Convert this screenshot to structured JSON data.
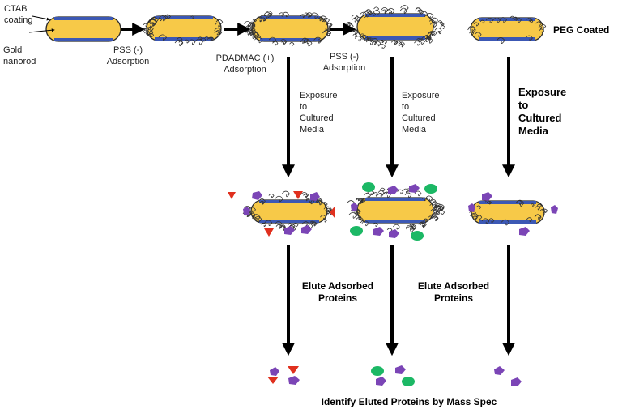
{
  "labels": {
    "ctab": "CTAB\ncoating",
    "gold": "Gold\nnanorod",
    "pss1": "PSS (-)\nAdsorption",
    "pdadmac": "PDADMAC (+)\nAdsorption",
    "pss2": "PSS (-)\nAdsorption",
    "peg": "PEG Coated",
    "exposure1": "Exposure\nto\nCultured\nMedia",
    "exposure2": "Exposure\nto\nCultured\nMedia",
    "exposure3": "Exposure\nto\nCultured\nMedia",
    "elute1": "Elute Adsorbed\nProteins",
    "elute2": "Elute Adsorbed\nProteins",
    "identify": "Identify Eluted Proteins by Mass Spec"
  },
  "colors": {
    "gold": "#f7c948",
    "ctab": "#3c58b4",
    "polymer": "#333333",
    "triangle_protein": "#e0301e",
    "pentagon_protein": "#7b45b6",
    "circle_protein": "#1cb865",
    "arrow": "#000000"
  }
}
